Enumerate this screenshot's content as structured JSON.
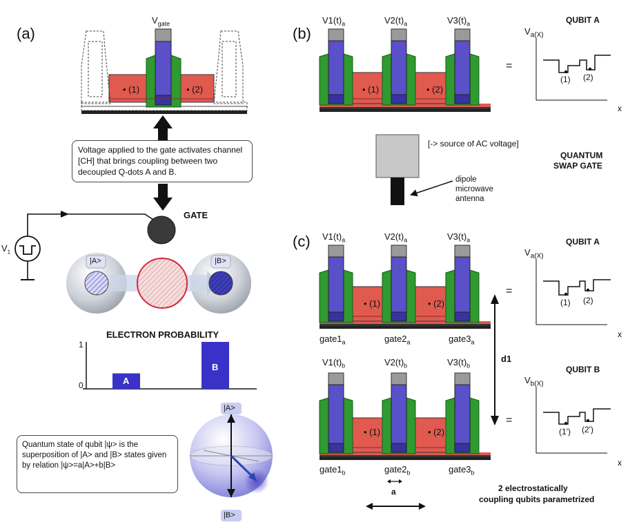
{
  "panels": {
    "a": "(a)",
    "b": "(b)",
    "c": "(c)"
  },
  "panel_a": {
    "vgate": "V",
    "vgate_sub": "gate",
    "dot1": "• (1)",
    "dot2": "• (2)",
    "callout": "Voltage applied to the gate activates channel [CH] that brings coupling between two decoupled Q-dots A and B.",
    "gate_label": "GATE",
    "v1": "V",
    "v1_sub": "1",
    "ket_a": "|A>",
    "ket_b": "|B>",
    "prob_title": "ELECTRON PROBABILITY",
    "axis_1": "1",
    "axis_0": "0",
    "bar_a_label": "A",
    "bar_b_label": "B",
    "bar_a_value": 0.33,
    "bar_b_value": 1.0,
    "state_box": "Quantum state of qubit |ψ> is the superposition of |A> and |B> states given by relation |ψ>=a|A>+b|B>",
    "bloch_top": "|A>",
    "bloch_bottom": "|B>"
  },
  "panel_b": {
    "v1": "V1(t)",
    "v2": "V2(t)",
    "v3": "V3(t)",
    "sub": "a",
    "dot1": "• (1)",
    "dot2": "• (2)",
    "equals": "=",
    "qubit_title": "QUBIT A",
    "pot_label": "V",
    "pot_sub": "a(X)",
    "pot_x": "x",
    "pot_p1": "(1)",
    "pot_p2": "(2)",
    "source": "[-> source of AC voltage]",
    "antenna": "dipole microwave antenna",
    "swap1": "QUANTUM",
    "swap2": "SWAP GATE"
  },
  "panel_c": {
    "top_v1": "V1(t)",
    "top_v2": "V2(t)",
    "top_v3": "V3(t)",
    "top_sub": "a",
    "gate1": "gate1",
    "gate2": "gate2",
    "gate3": "gate3",
    "bot_sub": "b",
    "dot1": "• (1)",
    "dot2": "• (2)",
    "equals": "=",
    "qubit_a": "QUBIT A",
    "qubit_b": "QUBIT B",
    "pot_a": "V",
    "pot_a_sub": "a(X)",
    "pot_b": "V",
    "pot_b_sub": "b(X)",
    "pot_x": "x",
    "pa1": "(1)",
    "pa2": "(2)",
    "pb1": "(1')",
    "pb2": "(2')",
    "d1": "d1",
    "a_label": "a",
    "caption1": "2 electrostatically",
    "caption2": "coupling qubits parametrized"
  },
  "colors": {
    "channel": "#e05a50",
    "gate_blue": "#5a50c8",
    "gate_green": "#2e9a30",
    "gate_cap": "#9a9a9a",
    "bar_blue": "#3a32c8"
  }
}
